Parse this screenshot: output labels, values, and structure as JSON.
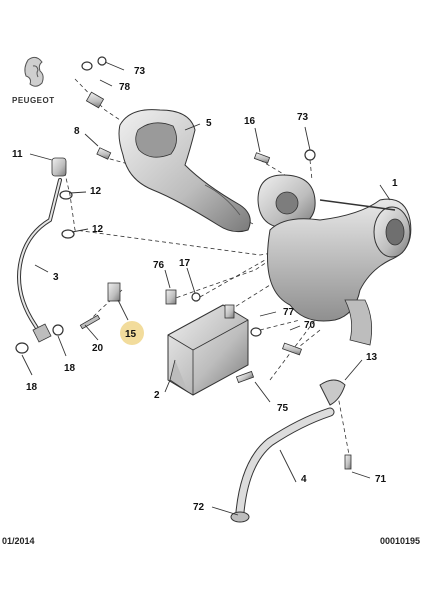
{
  "brand": {
    "name": "PEUGEOT",
    "logo": "peugeot-lion-logo"
  },
  "footer": {
    "date": "01/2014",
    "reference": "00010195"
  },
  "callouts": [
    {
      "id": "73a",
      "label": "73"
    },
    {
      "id": "78",
      "label": "78"
    },
    {
      "id": "5",
      "label": "5"
    },
    {
      "id": "8",
      "label": "8"
    },
    {
      "id": "16",
      "label": "16"
    },
    {
      "id": "73b",
      "label": "73"
    },
    {
      "id": "11",
      "label": "11"
    },
    {
      "id": "12a",
      "label": "12"
    },
    {
      "id": "12b",
      "label": "12"
    },
    {
      "id": "1",
      "label": "1"
    },
    {
      "id": "3",
      "label": "3"
    },
    {
      "id": "76",
      "label": "76"
    },
    {
      "id": "17",
      "label": "17"
    },
    {
      "id": "15",
      "label": "15",
      "highlight": true
    },
    {
      "id": "77",
      "label": "77"
    },
    {
      "id": "70",
      "label": "70"
    },
    {
      "id": "20",
      "label": "20"
    },
    {
      "id": "18a",
      "label": "18"
    },
    {
      "id": "18b",
      "label": "18"
    },
    {
      "id": "2",
      "label": "2"
    },
    {
      "id": "13",
      "label": "13"
    },
    {
      "id": "75",
      "label": "75"
    },
    {
      "id": "4",
      "label": "4"
    },
    {
      "id": "71",
      "label": "71"
    },
    {
      "id": "72",
      "label": "72"
    }
  ],
  "colors": {
    "highlight": "#f2dc9c",
    "line": "#333333",
    "part": "#d9d9d9",
    "part_dark": "#8c8c8c"
  }
}
